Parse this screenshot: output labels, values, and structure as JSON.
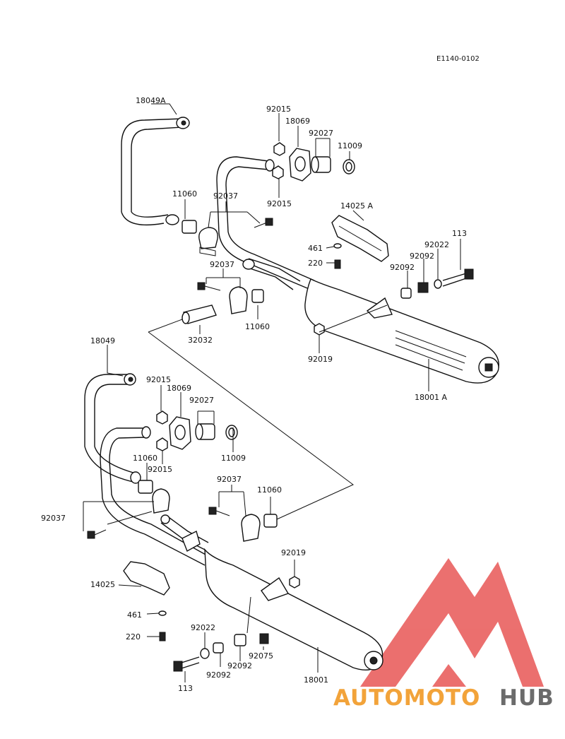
{
  "diagram_code": "E1140-0102",
  "labels": {
    "p18049A": "18049A",
    "p92015_a": "92015",
    "p18069_a": "18069",
    "p92027_a": "92027",
    "p11009_a": "11009",
    "p11060_a": "11060",
    "p92037_a": "92037",
    "p92015_b": "92015",
    "p14025A": "14025 A",
    "p461_a": "461",
    "p220_a": "220",
    "p113_a": "113",
    "p92022_a": "92022",
    "p92092_a": "92092",
    "p92092_b": "92092",
    "p92037_b": "92037",
    "p11060_b": "11060",
    "p32032": "32032",
    "p92019_a": "92019",
    "p18001A": "18001 A",
    "p18049": "18049",
    "p92015_c": "92015",
    "p18069_b": "18069",
    "p92027_b": "92027",
    "p11060_c": "11060",
    "p92015_d": "92015",
    "p11009_b": "11009",
    "p92037_c": "92037",
    "p92037_d": "92037",
    "p11060_d": "11060",
    "p92019_b": "92019",
    "p14025": "14025",
    "p461_b": "461",
    "p220_b": "220",
    "p92022_b": "92022",
    "p92092_c": "92092",
    "p92092_d": "92092",
    "p92075": "92075",
    "p18001": "18001",
    "p113_b": "113"
  },
  "watermark": {
    "part1": "AUTOMOTO",
    "part2": "HUB",
    "color_accent": "#f2a33a",
    "color_logo": "#e9605f",
    "color_dark": "#6b6b6b"
  }
}
